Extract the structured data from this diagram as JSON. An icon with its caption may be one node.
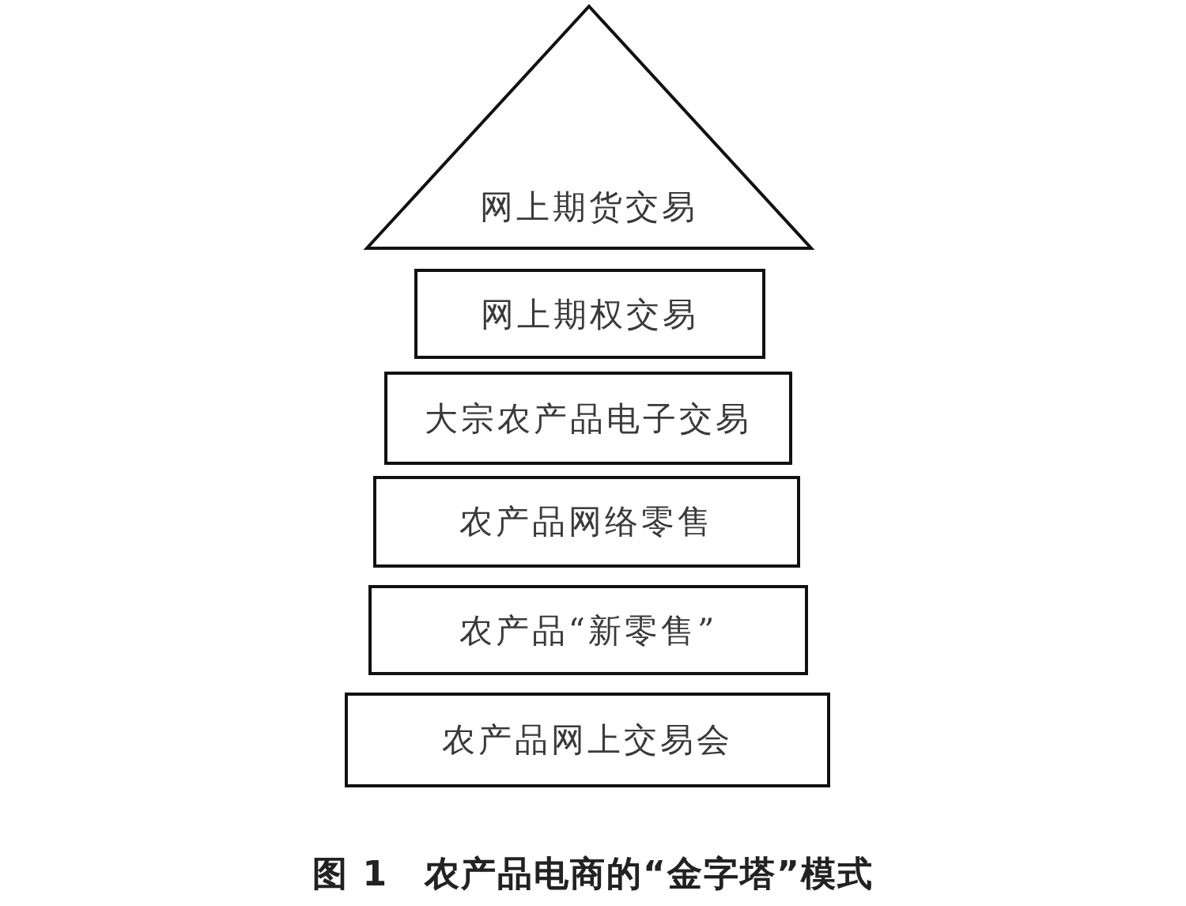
{
  "diagram": {
    "caption": "图 1　农产品电商的“金字塔”模式",
    "nodes": [
      {
        "text": [
          "网上期货交易"
        ]
      },
      {
        "text": [
          "网上期权交易"
        ]
      },
      {
        "text": [
          "大宗农产品电子交易"
        ]
      },
      {
        "text": [
          "农产品网络零售"
        ]
      },
      {
        "text": [
          "农产品“新零售”"
        ]
      },
      {
        "text": [
          "农产品网上交易会"
        ]
      }
    ]
  }
}
